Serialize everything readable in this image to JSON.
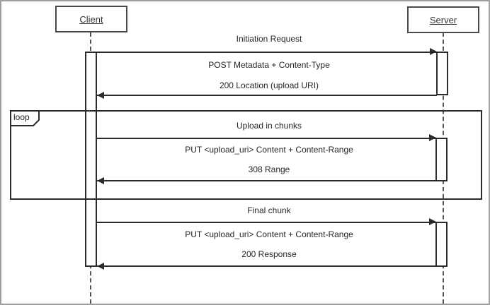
{
  "actors": {
    "client": "Client",
    "server": "Server"
  },
  "fragment": {
    "operator": "loop"
  },
  "messages": {
    "initiation": {
      "title": "Initiation Request",
      "request": "POST Metadata + Content-Type",
      "response": "200 Location (upload URI)"
    },
    "chunk_loop": {
      "title": "Upload in chunks",
      "request": "PUT <upload_uri> Content + Content-Range",
      "response": "308 Range"
    },
    "final": {
      "title": "Final chunk",
      "request": "PUT <upload_uri> Content + Content-Range",
      "response": "200 Response"
    }
  },
  "colors": {
    "line": "#2b2b2b",
    "actor_border": "#4a4a4a",
    "outer_border": "#9e9e9e",
    "background": "#ffffff"
  }
}
